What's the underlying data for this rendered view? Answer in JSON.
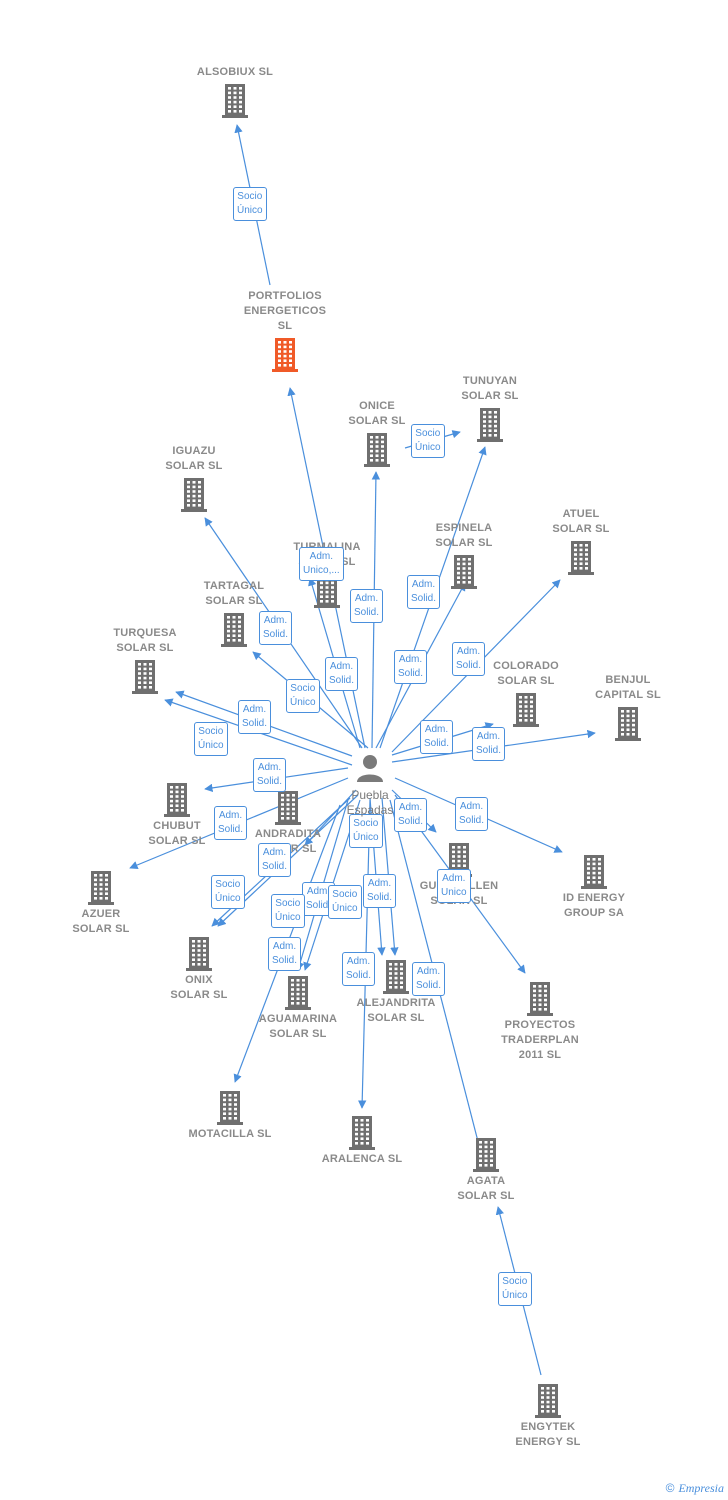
{
  "center_person": {
    "name": "Puebla\nEspadas",
    "icon": "person-icon",
    "color": "#7a7a7a"
  },
  "colors": {
    "edge": "#4a8fdc",
    "building": "#6f6f6f",
    "building_highlight": "#f05a28",
    "label": "#8a8a8a"
  },
  "companies": [
    {
      "id": "alsobiux",
      "label": "ALSOBIUX  SL",
      "highlight": false
    },
    {
      "id": "portfolios",
      "label": "PORTFOLIOS\nENERGETICOS\nSL",
      "highlight": true
    },
    {
      "id": "tunuyan",
      "label": "TUNUYAN\nSOLAR  SL",
      "highlight": false
    },
    {
      "id": "onice",
      "label": "ONICE\nSOLAR  SL",
      "highlight": false
    },
    {
      "id": "iguazu",
      "label": "IGUAZU\nSOLAR  SL",
      "highlight": false
    },
    {
      "id": "espinela",
      "label": "ESPINELA\nSOLAR  SL",
      "highlight": false
    },
    {
      "id": "atuel",
      "label": "ATUEL\nSOLAR  SL",
      "highlight": false
    },
    {
      "id": "turmalina",
      "label": "TURMALINA\nSOLAR  SL",
      "highlight": false
    },
    {
      "id": "tartagal",
      "label": "TARTAGAL\nSOLAR  SL",
      "highlight": false
    },
    {
      "id": "turquesa",
      "label": "TURQUESA\nSOLAR  SL",
      "highlight": false
    },
    {
      "id": "colorado",
      "label": "COLORADO\nSOLAR  SL",
      "highlight": false
    },
    {
      "id": "benjul",
      "label": "BENJUL\nCAPITAL  SL",
      "highlight": false
    },
    {
      "id": "chubut",
      "label": "CHUBUT\nSOLAR  SL",
      "highlight": false
    },
    {
      "id": "andradita",
      "label": "ANDRADITA\nSOLAR  SL",
      "highlight": false
    },
    {
      "id": "guaymallen",
      "label": "GUAYMALLEN\nSOLAR  SL",
      "highlight": false
    },
    {
      "id": "idenergy",
      "label": "ID ENERGY\nGROUP SA",
      "highlight": false
    },
    {
      "id": "azuer",
      "label": "AZUER\nSOLAR  SL",
      "highlight": false
    },
    {
      "id": "onix",
      "label": "ONIX\nSOLAR  SL",
      "highlight": false
    },
    {
      "id": "aguamarina",
      "label": "AGUAMARINA\nSOLAR  SL",
      "highlight": false
    },
    {
      "id": "alejandrita",
      "label": "ALEJANDRITA\nSOLAR  SL",
      "highlight": false
    },
    {
      "id": "proyectos",
      "label": "PROYECTOS\nTRADERPLAN\n2011 SL",
      "highlight": false
    },
    {
      "id": "motacilla",
      "label": "MOTACILLA SL",
      "highlight": false
    },
    {
      "id": "aralenca",
      "label": "ARALENCA SL",
      "highlight": false
    },
    {
      "id": "agata",
      "label": "AGATA\nSOLAR  SL",
      "highlight": false
    },
    {
      "id": "engytek",
      "label": "ENGYTEK\nENERGY  SL",
      "highlight": false
    }
  ],
  "relations": [
    {
      "to": "alsobiux",
      "role": "Socio\nÚnico"
    },
    {
      "to": "tunuyan",
      "role": "Socio\nÚnico"
    },
    {
      "to": "turmalina",
      "role": "Adm.\nUnico,..."
    },
    {
      "to": "onice",
      "role": "Adm.\nSolid."
    },
    {
      "to": "espinela",
      "role": "Adm.\nSolid."
    },
    {
      "to": "tartagal",
      "role": "Adm.\nSolid."
    },
    {
      "to": "tunuyan",
      "role": "Adm.\nSolid."
    },
    {
      "to": "atuel",
      "role": "Adm.\nSolid."
    },
    {
      "to": "portfolios",
      "role": "Adm.\nSolid."
    },
    {
      "to": "iguazu",
      "role": "Socio\nÚnico"
    },
    {
      "to": "turquesa",
      "role": "Adm.\nSolid."
    },
    {
      "to": "turquesa",
      "role": "Socio\nÚnico"
    },
    {
      "to": "colorado",
      "role": "Adm.\nSolid."
    },
    {
      "to": "benjul",
      "role": "Adm.\nSolid."
    },
    {
      "to": "chubut",
      "role": "Adm.\nSolid."
    },
    {
      "to": "idenergy",
      "role": "Adm.\nSolid."
    },
    {
      "to": "guaymallen",
      "role": "Adm.\nSolid."
    },
    {
      "to": "azuer",
      "role": "Adm.\nSolid."
    },
    {
      "to": "andradita",
      "role": "Socio\nÚnico"
    },
    {
      "to": "onix",
      "role": "Adm.\nSolid."
    },
    {
      "to": "onix",
      "role": "Socio\nÚnico"
    },
    {
      "to": "proyectos",
      "role": "Adm.\nUnico"
    },
    {
      "to": "aguamarina",
      "role": "Adm.\nSolid."
    },
    {
      "to": "alejandrita",
      "role": "Socio\nÚnico"
    },
    {
      "to": "alejandrita",
      "role": "Adm.\nSolid."
    },
    {
      "to": "aguamarina",
      "role": "Socio\nÚnico"
    },
    {
      "to": "motacilla",
      "role": "Adm.\nSolid."
    },
    {
      "to": "aralenca",
      "role": "Adm.\nSolid."
    },
    {
      "to": "agata",
      "role": "Adm.\nSolid."
    },
    {
      "to": "agata",
      "role": "Socio\nÚnico"
    }
  ],
  "footer": {
    "copyright": "©",
    "brand": "Empresia"
  }
}
